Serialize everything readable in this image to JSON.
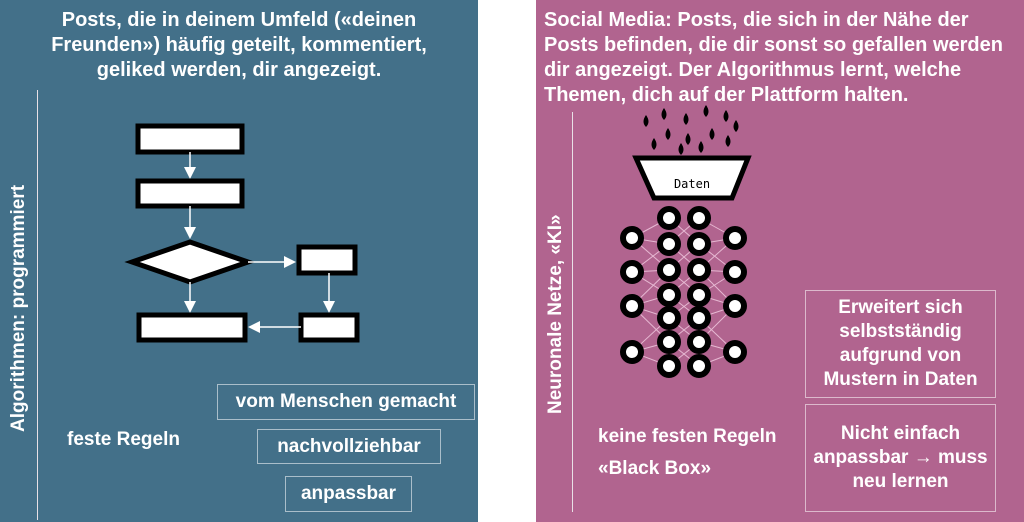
{
  "left": {
    "title": "Posts, die in deinem Umfeld («deinen Freunden») häufig geteilt, kommentiert, geliked werden, dir angezeigt.",
    "vertical_label": "Algorithmen: programmiert",
    "tags": {
      "human_made": "vom Menschen gemacht",
      "fixed_rules": "feste Regeln",
      "traceable": "nachvollziehbar",
      "adaptable": "anpassbar"
    }
  },
  "right": {
    "title": "Social Media: Posts, die sich in der Nähe der Posts befinden, die dir sonst so gefallen werden dir angezeigt. Der Algorithmus lernt, welche Themen, dich auf der Plattform halten.",
    "vertical_label": "Neuronale Netze, «KI»",
    "funnel_label": "Daten",
    "tags": {
      "extends_self": "Erweitert sich selbstständig aufgrund von Mustern in Daten",
      "not_adaptable": "Nicht einfach anpassbar → muss neu lernen",
      "no_fixed_rules": "keine festen Regeln",
      "black_box": "«Black Box»"
    }
  },
  "colors": {
    "left_bg": "#437089",
    "right_bg": "#b1648f",
    "text": "#ffffff",
    "shape_border": "#000000"
  }
}
